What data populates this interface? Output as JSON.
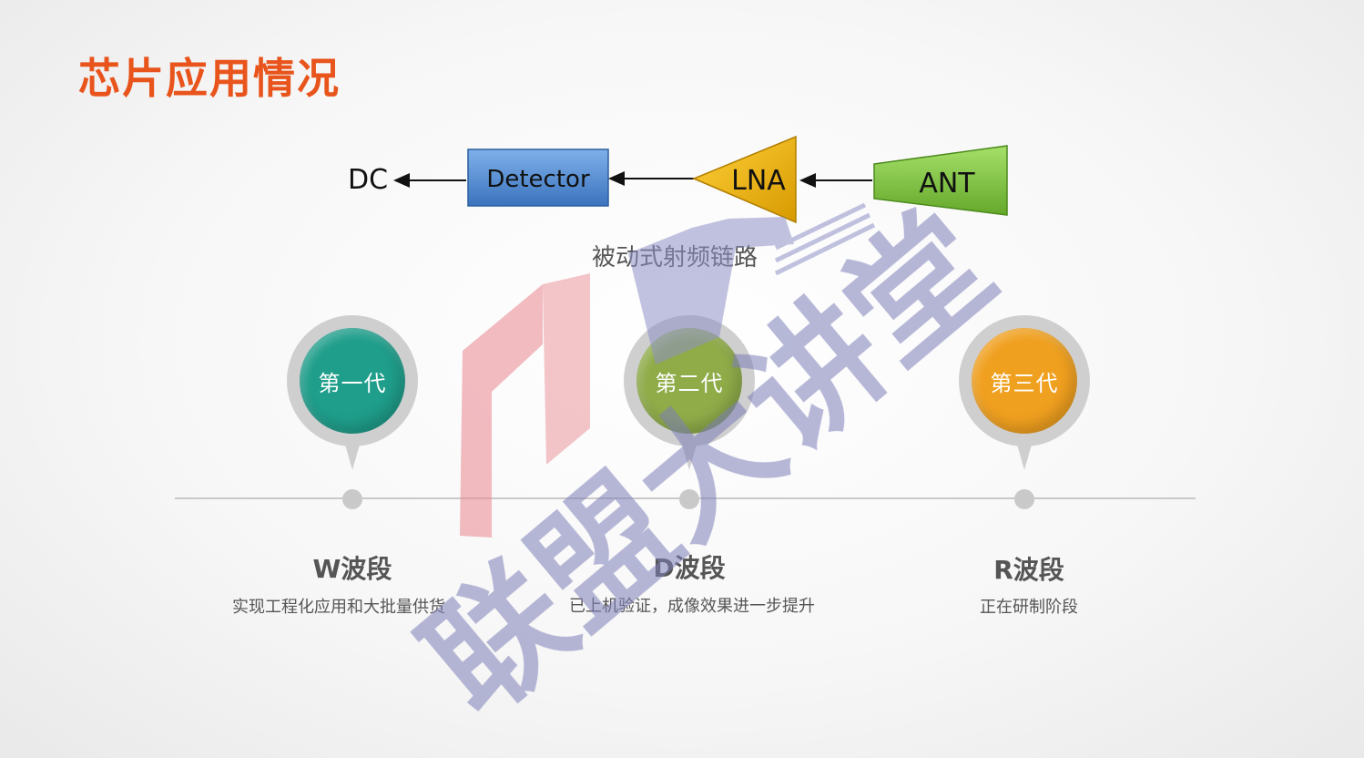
{
  "title": "芯片应用情况",
  "chain": {
    "dc_label": "DC",
    "detector_label": "Detector",
    "lna_label": "LNA",
    "ant_label": "ANT",
    "caption": "被动式射频链路"
  },
  "generations": [
    {
      "label": "第一代",
      "color": "#1f9e8b",
      "band": "W波段",
      "desc": "实现工程化应用和大批量供货"
    },
    {
      "label": "第二代",
      "color": "#8fac49",
      "band": "D波段",
      "desc": "已上机验证，成像效果进一步提升"
    },
    {
      "label": "第三代",
      "color": "#f0a01f",
      "band": "R波段",
      "desc": "正在研制阶段"
    }
  ],
  "colors": {
    "title": "#e8541c",
    "detector": "#4a86cf",
    "lna": "#f2b500",
    "ant": "#7cc43a"
  },
  "watermark": {
    "text": "联盟大讲堂",
    "color": "#7c7eb8"
  }
}
